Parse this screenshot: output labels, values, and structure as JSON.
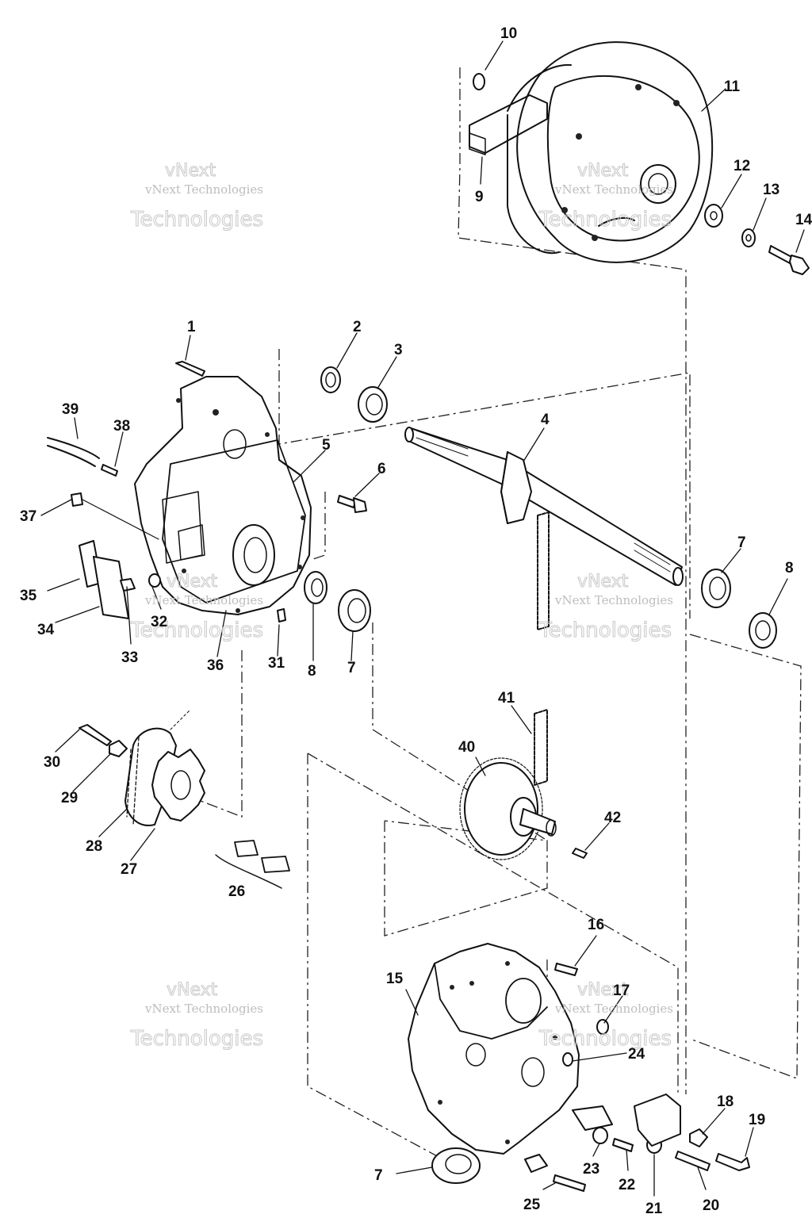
{
  "diagram": {
    "watermark": {
      "line1": "vNext",
      "line2": "vNext Technologies",
      "line3": "Technologies"
    },
    "parts": [
      {
        "id": "1",
        "label": "1"
      },
      {
        "id": "2",
        "label": "2"
      },
      {
        "id": "3",
        "label": "3"
      },
      {
        "id": "4",
        "label": "4"
      },
      {
        "id": "5",
        "label": "5"
      },
      {
        "id": "6",
        "label": "6"
      },
      {
        "id": "7a",
        "label": "7"
      },
      {
        "id": "7b",
        "label": "7"
      },
      {
        "id": "7c",
        "label": "7"
      },
      {
        "id": "8a",
        "label": "8"
      },
      {
        "id": "8b",
        "label": "8"
      },
      {
        "id": "9",
        "label": "9"
      },
      {
        "id": "10",
        "label": "10"
      },
      {
        "id": "11",
        "label": "11"
      },
      {
        "id": "12",
        "label": "12"
      },
      {
        "id": "13",
        "label": "13"
      },
      {
        "id": "14",
        "label": "14"
      },
      {
        "id": "15",
        "label": "15"
      },
      {
        "id": "16",
        "label": "16"
      },
      {
        "id": "17",
        "label": "17"
      },
      {
        "id": "18",
        "label": "18"
      },
      {
        "id": "19",
        "label": "19"
      },
      {
        "id": "20",
        "label": "20"
      },
      {
        "id": "21",
        "label": "21"
      },
      {
        "id": "22",
        "label": "22"
      },
      {
        "id": "23",
        "label": "23"
      },
      {
        "id": "24",
        "label": "24"
      },
      {
        "id": "25",
        "label": "25"
      },
      {
        "id": "26",
        "label": "26"
      },
      {
        "id": "27",
        "label": "27"
      },
      {
        "id": "28",
        "label": "28"
      },
      {
        "id": "29",
        "label": "29"
      },
      {
        "id": "30",
        "label": "30"
      },
      {
        "id": "31",
        "label": "31"
      },
      {
        "id": "32",
        "label": "32"
      },
      {
        "id": "33",
        "label": "33"
      },
      {
        "id": "34",
        "label": "34"
      },
      {
        "id": "35",
        "label": "35"
      },
      {
        "id": "36",
        "label": "36"
      },
      {
        "id": "37",
        "label": "37"
      },
      {
        "id": "38",
        "label": "38"
      },
      {
        "id": "39",
        "label": "39"
      },
      {
        "id": "40",
        "label": "40"
      },
      {
        "id": "41",
        "label": "41"
      },
      {
        "id": "42",
        "label": "42"
      }
    ]
  }
}
